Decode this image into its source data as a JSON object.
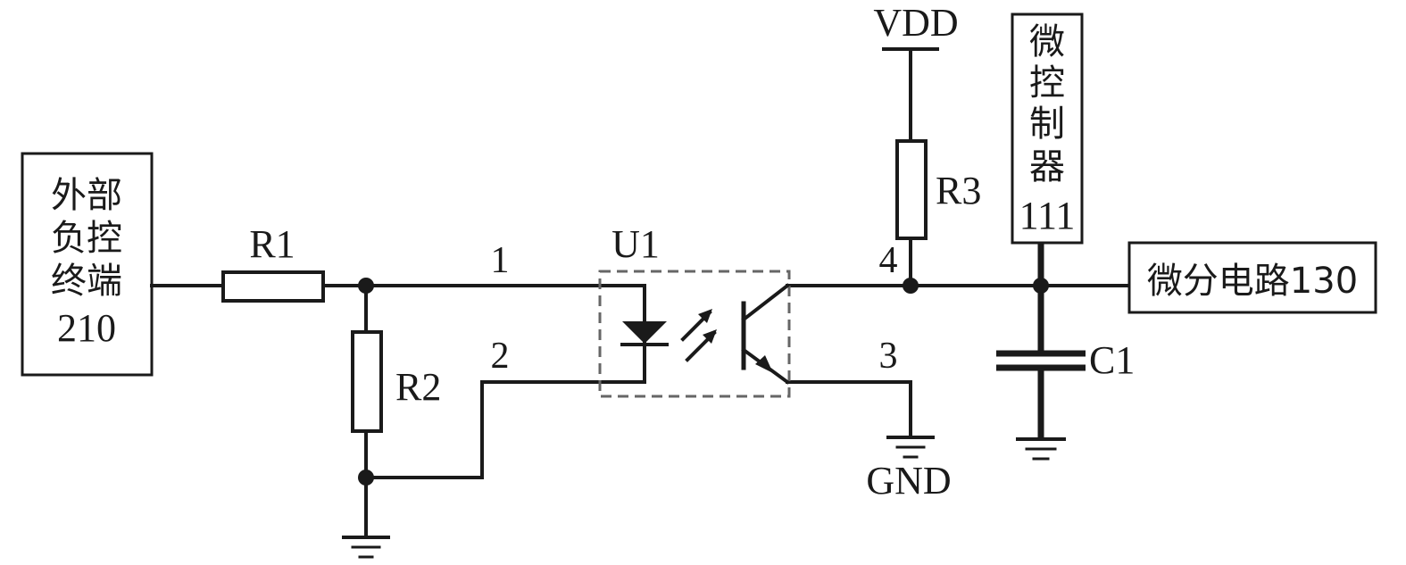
{
  "blocks": {
    "external_control_terminal": {
      "line1": "外部",
      "line2": "负控",
      "line3": "终端",
      "line4": "210"
    },
    "microcontroller": {
      "c1": "微",
      "c2": "控",
      "c3": "制",
      "c4": "器",
      "ref": "111"
    },
    "differential_circuit": {
      "label": "微分电路130"
    }
  },
  "components": {
    "r1": "R1",
    "r2": "R2",
    "r3": "R3",
    "c1": "C1",
    "u1": "U1"
  },
  "pins": {
    "p1": "1",
    "p2": "2",
    "p3": "3",
    "p4": "4"
  },
  "power": {
    "vdd": "VDD",
    "gnd": "GND"
  }
}
